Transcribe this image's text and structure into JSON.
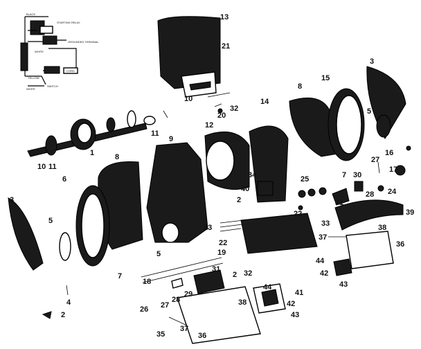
{
  "wiring_diagram": {
    "labels": [
      {
        "id": "black",
        "text": "BLACK"
      },
      {
        "id": "starting_relay",
        "text": "STARTING RELAY"
      },
      {
        "id": "grounded_terminal",
        "text": "GROUNDED TERMINAL"
      },
      {
        "id": "white",
        "text": "WHITE"
      },
      {
        "id": "cord",
        "text": "CORD"
      },
      {
        "id": "yellow",
        "text": "YELLOW"
      },
      {
        "id": "switch",
        "text": "SWITCH"
      },
      {
        "id": "white_2",
        "text": "WHITE"
      }
    ]
  },
  "callouts": [
    {
      "id": "c13",
      "text": "13"
    },
    {
      "id": "c21",
      "text": "21"
    },
    {
      "id": "c3a",
      "text": "3"
    },
    {
      "id": "c10a",
      "text": "10"
    },
    {
      "id": "c32a",
      "text": "32"
    },
    {
      "id": "c20",
      "text": "20"
    },
    {
      "id": "c15",
      "text": "15"
    },
    {
      "id": "c8a",
      "text": "8"
    },
    {
      "id": "c14",
      "text": "14"
    },
    {
      "id": "c5a",
      "text": "5"
    },
    {
      "id": "c11a",
      "text": "11"
    },
    {
      "id": "c1",
      "text": "1"
    },
    {
      "id": "c10b",
      "text": "10"
    },
    {
      "id": "c11b",
      "text": "11"
    },
    {
      "id": "c9",
      "text": "9"
    },
    {
      "id": "c12",
      "text": "12"
    },
    {
      "id": "c8b",
      "text": "8"
    },
    {
      "id": "c6",
      "text": "6"
    },
    {
      "id": "c3b",
      "text": "3"
    },
    {
      "id": "c5b",
      "text": "5"
    },
    {
      "id": "c4",
      "text": "4"
    },
    {
      "id": "c2a",
      "text": "2"
    },
    {
      "id": "c5c",
      "text": "5"
    },
    {
      "id": "c34",
      "text": "34"
    },
    {
      "id": "c40",
      "text": "40"
    },
    {
      "id": "c2b",
      "text": "2"
    },
    {
      "id": "c25",
      "text": "25"
    },
    {
      "id": "c7a",
      "text": "7"
    },
    {
      "id": "c30",
      "text": "30"
    },
    {
      "id": "c28a",
      "text": "28"
    },
    {
      "id": "c31a",
      "text": "31"
    },
    {
      "id": "c24",
      "text": "24"
    },
    {
      "id": "c22a",
      "text": "22"
    },
    {
      "id": "c33",
      "text": "33"
    },
    {
      "id": "c39",
      "text": "39"
    },
    {
      "id": "c23",
      "text": "23"
    },
    {
      "id": "c38a",
      "text": "38"
    },
    {
      "id": "c37a",
      "text": "37"
    },
    {
      "id": "c36a",
      "text": "36"
    },
    {
      "id": "c22b",
      "text": "22"
    },
    {
      "id": "c19",
      "text": "19"
    },
    {
      "id": "c18",
      "text": "18"
    },
    {
      "id": "c7b",
      "text": "7"
    },
    {
      "id": "c31b",
      "text": "31"
    },
    {
      "id": "c2c",
      "text": "2"
    },
    {
      "id": "c32b",
      "text": "32"
    },
    {
      "id": "c29",
      "text": "29"
    },
    {
      "id": "c27a",
      "text": "27"
    },
    {
      "id": "c28b",
      "text": "28"
    },
    {
      "id": "c26",
      "text": "26"
    },
    {
      "id": "c38b",
      "text": "38"
    },
    {
      "id": "c44a",
      "text": "44"
    },
    {
      "id": "c41",
      "text": "41"
    },
    {
      "id": "c42a",
      "text": "42"
    },
    {
      "id": "c43a",
      "text": "43"
    },
    {
      "id": "c44b",
      "text": "44"
    },
    {
      "id": "c42b",
      "text": "42"
    },
    {
      "id": "c43b",
      "text": "43"
    },
    {
      "id": "c35",
      "text": "35"
    },
    {
      "id": "c37b",
      "text": "37"
    },
    {
      "id": "c36b",
      "text": "36"
    },
    {
      "id": "c27b",
      "text": "27"
    },
    {
      "id": "c16",
      "text": "16"
    },
    {
      "id": "c17",
      "text": "17"
    }
  ]
}
